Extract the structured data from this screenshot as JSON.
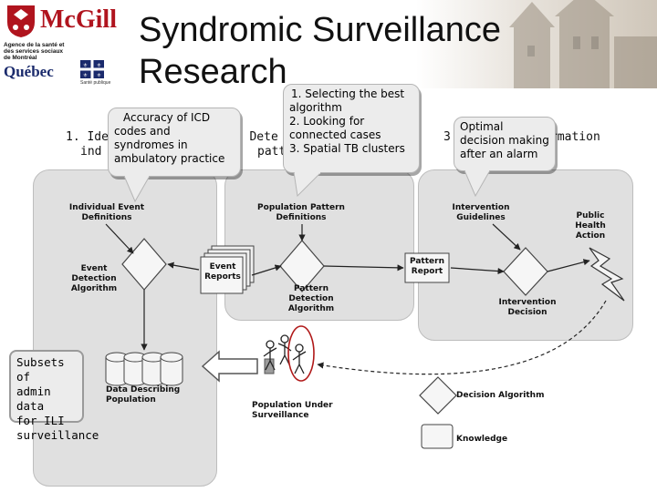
{
  "slide": {
    "title_line1": "Syndromic Surveillance",
    "title_line2": "Research"
  },
  "logos": {
    "mcgill": "McGill",
    "agence": "Agence de la santé et des services sociaux de Montréal",
    "quebec": "Québec",
    "sante": "Santé publique"
  },
  "sections": {
    "s1_line1": "1. Ide",
    "s1_line2": "ind",
    "s2_line1": "2. Dete",
    "s2_line2": "patt",
    "s3_line1": "3",
    "s3_end": "rmation"
  },
  "callouts": {
    "accuracy": [
      "Accuracy of ICD",
      "codes and",
      "syndromes in",
      "ambulatory practice"
    ],
    "selecting": [
      "1. Selecting the best",
      "algorithm",
      "2. Looking for",
      "connected cases",
      "3. Spatial TB clusters"
    ],
    "optimal": [
      "Optimal",
      "decision making",
      "after an alarm"
    ]
  },
  "diagram": {
    "individual_event_definitions": [
      "Individual Event",
      "Definitions"
    ],
    "population_pattern_definitions": [
      "Population Pattern",
      "Definitions"
    ],
    "intervention_guidelines": [
      "Intervention",
      "Guidelines"
    ],
    "public_health_action": [
      "Public",
      "Health",
      "Action"
    ],
    "event_detection_algorithm": [
      "Event",
      "Detection",
      "Algorithm"
    ],
    "event_reports": [
      "Event",
      "Reports"
    ],
    "pattern_report": [
      "Pattern",
      "Report"
    ],
    "pattern_detection_algorithm": [
      "Pattern",
      "Detection",
      "Algorithm"
    ],
    "intervention_decision": [
      "Intervention",
      "Decision"
    ],
    "data_describing_population": [
      "Data Describing",
      "Population"
    ],
    "population_under_surveillance": [
      "Population Under",
      "Surveillance"
    ],
    "subsets": [
      "Subsets of",
      "admin data",
      "for ILI",
      "surveillance"
    ]
  },
  "legend": {
    "decision_algorithm": "Decision Algorithm",
    "knowledge": "Knowledge"
  },
  "colors": {
    "panel": "#e0e0e0",
    "callout": "#ececec",
    "mcgill_red": "#b0141e",
    "highlight_ring": "#b01818",
    "lightning": "#f4f4f4"
  }
}
